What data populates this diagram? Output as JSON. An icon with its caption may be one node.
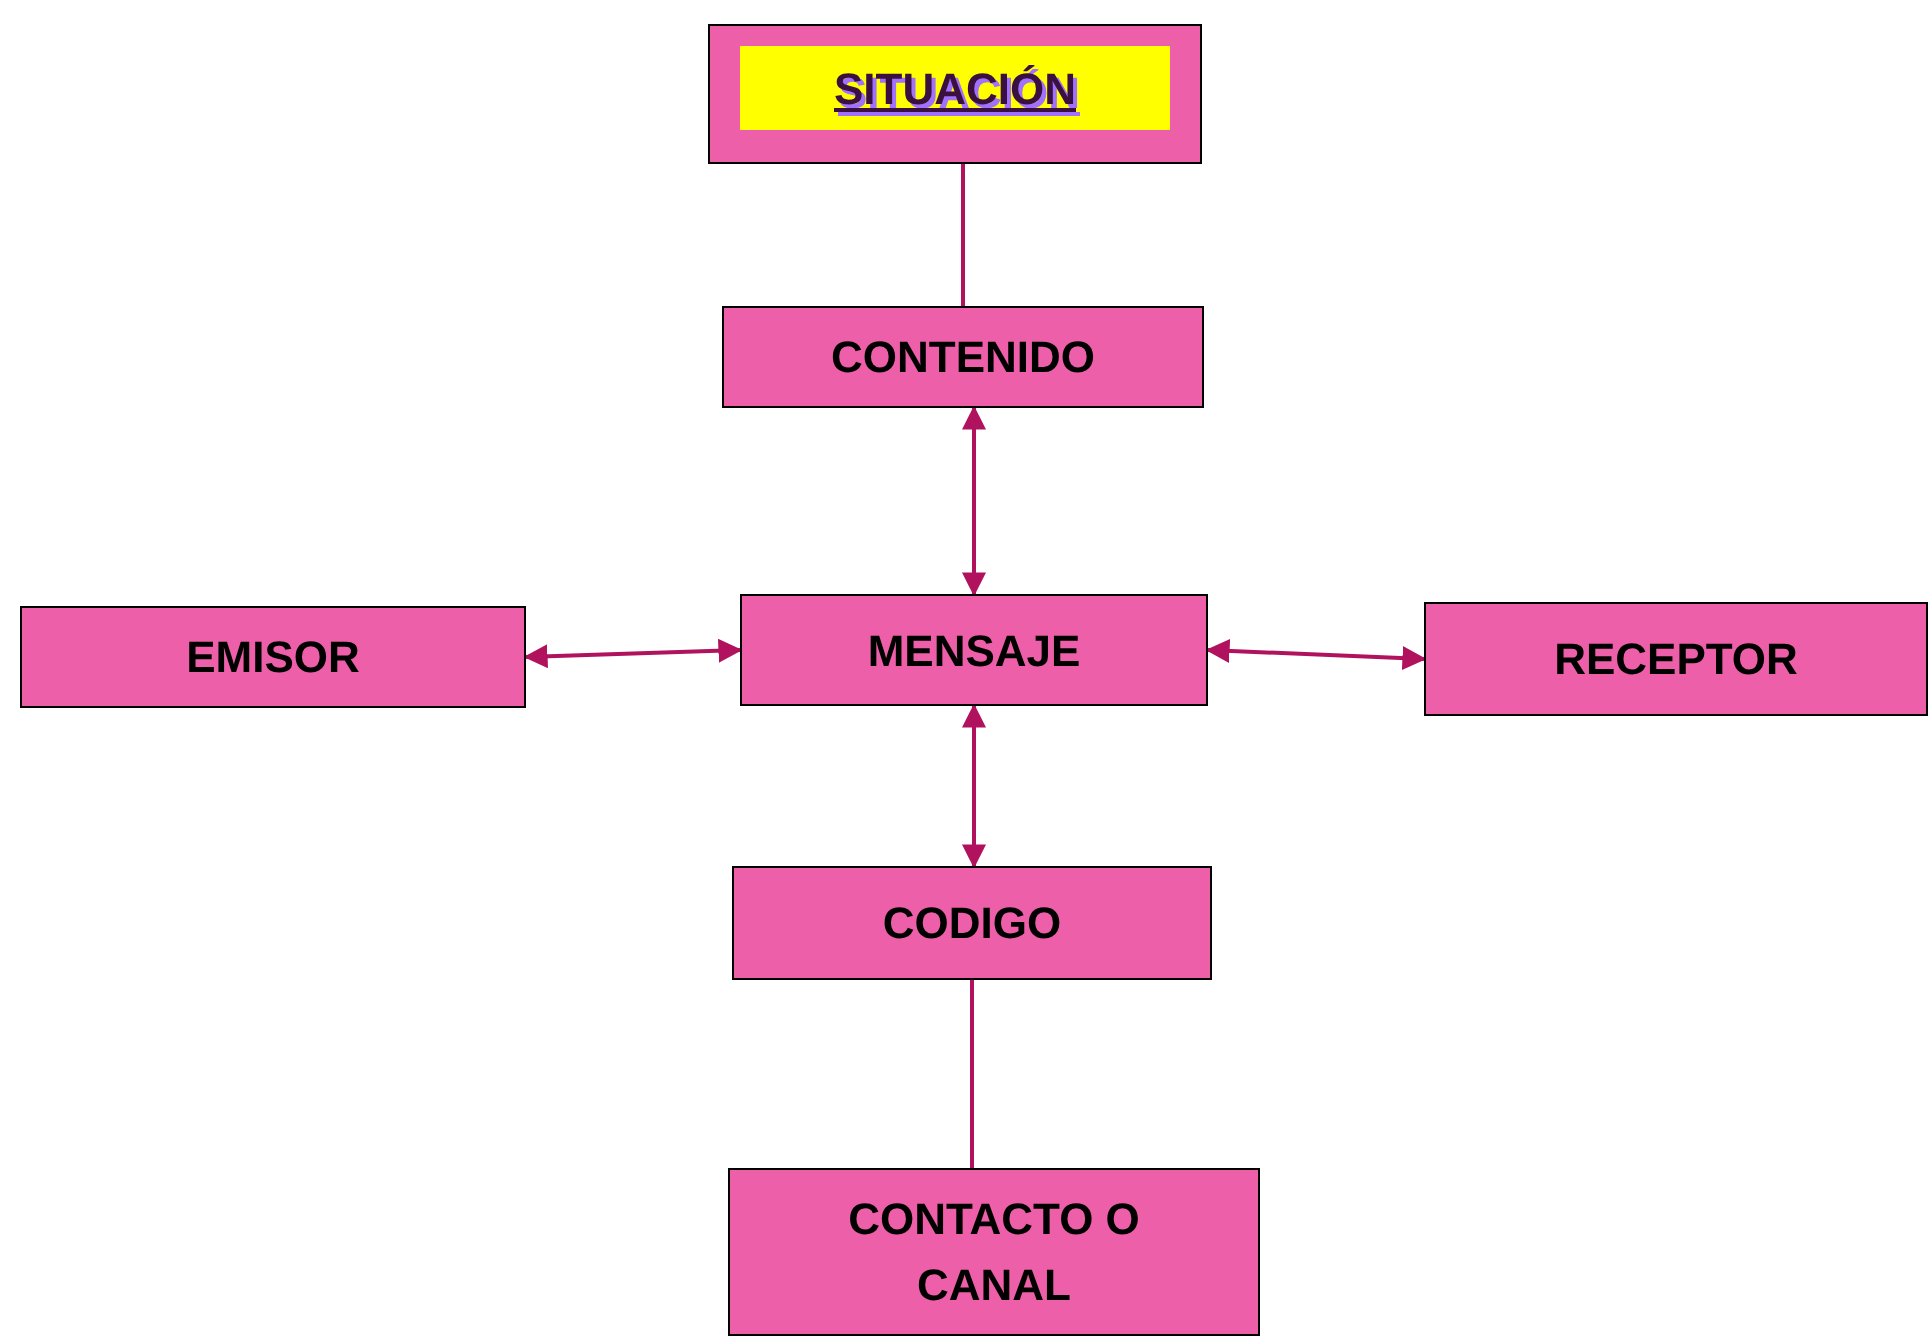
{
  "diagram": {
    "nodes": [
      {
        "text": [
          "SITUACIÓN"
        ]
      },
      {
        "text": [
          "CONTENIDO"
        ]
      },
      {
        "text": [
          "MENSAJE"
        ]
      },
      {
        "text": [
          "EMISOR"
        ]
      },
      {
        "text": [
          "RECEPTOR"
        ]
      },
      {
        "text": [
          "CODIGO"
        ]
      },
      {
        "text": [
          "CONTACTO O CANAL"
        ]
      }
    ],
    "edges": [
      {
        "from": 0,
        "to": 1,
        "arrow": "none"
      },
      {
        "from": 1,
        "to": 2,
        "arrow": "both"
      },
      {
        "from": 3,
        "to": 2,
        "arrow": "both"
      },
      {
        "from": 2,
        "to": 4,
        "arrow": "both"
      },
      {
        "from": 2,
        "to": 5,
        "arrow": "both"
      },
      {
        "from": 5,
        "to": 6,
        "arrow": "none"
      }
    ]
  }
}
